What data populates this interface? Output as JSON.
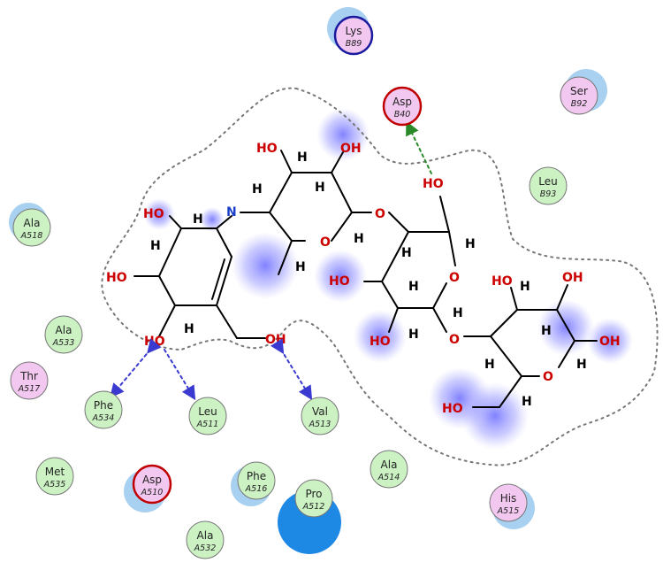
{
  "residues": [
    {
      "name": "Lys",
      "id": "B89",
      "kind": "basic"
    },
    {
      "name": "Asp",
      "id": "B40",
      "kind": "acidic"
    },
    {
      "name": "Ser",
      "id": "B92",
      "kind": "polar"
    },
    {
      "name": "Leu",
      "id": "B93",
      "kind": "hydrophobic"
    },
    {
      "name": "Ala",
      "id": "A518",
      "kind": "hydrophobic"
    },
    {
      "name": "Ala",
      "id": "A533",
      "kind": "hydrophobic"
    },
    {
      "name": "Thr",
      "id": "A517",
      "kind": "polar"
    },
    {
      "name": "Phe",
      "id": "A534",
      "kind": "hydrophobic"
    },
    {
      "name": "Leu",
      "id": "A511",
      "kind": "hydrophobic"
    },
    {
      "name": "Val",
      "id": "A513",
      "kind": "hydrophobic"
    },
    {
      "name": "Met",
      "id": "A535",
      "kind": "hydrophobic"
    },
    {
      "name": "Asp",
      "id": "A510",
      "kind": "acidic"
    },
    {
      "name": "Phe",
      "id": "A516",
      "kind": "hydrophobic"
    },
    {
      "name": "Ala",
      "id": "A514",
      "kind": "hydrophobic"
    },
    {
      "name": "Pro",
      "id": "A512",
      "kind": "hydrophobic"
    },
    {
      "name": "His",
      "id": "A515",
      "kind": "polar"
    },
    {
      "name": "Ala",
      "id": "A532",
      "kind": "hydrophobic"
    }
  ],
  "atoms": {
    "hydroxyl": "OH",
    "hydroxyl_left": "HO",
    "oxygen": "O",
    "nitrogen": "N",
    "hydrogen": "H"
  },
  "colors": {
    "hydrophobic": "#ccf2c4",
    "polar": "#f2c8f0",
    "acidic": "#f2c8f0",
    "basic": "#f2c8f0",
    "acidic_ring": "#c00000",
    "basic_ring": "#1a1aa0",
    "halo": "#a8d0f0",
    "oxygen": "#cc0000",
    "nitrogen": "#1a3fc8",
    "hbond_blue": "#3a3ad0",
    "hbond_green": "#2a8a2a",
    "pocket": "#777777",
    "solvent_blob": "#1e88e5",
    "exposure": "#7a7aff"
  }
}
